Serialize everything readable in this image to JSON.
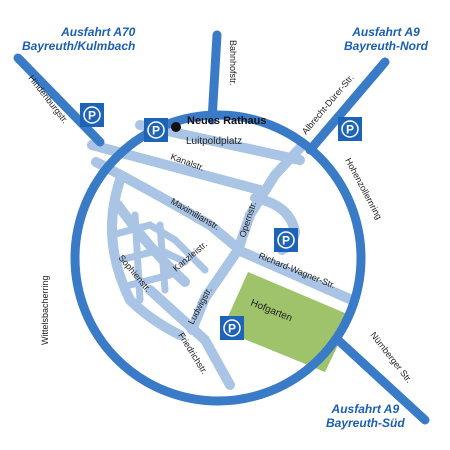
{
  "map": {
    "exits": {
      "a70_title": "Ausfahrt A70",
      "a70_sub": "Bayreuth/Kulmbach",
      "a9n_title": "Ausfahrt A9",
      "a9n_sub": "Bayreuth-Nord",
      "a9s_title": "Ausfahrt A9",
      "a9s_sub": "Bayreuth-Süd"
    },
    "landmarks": {
      "rathaus": "Neues Rathaus",
      "platz": "Luitpoldplatz",
      "park": "Hofgarten"
    },
    "streets": {
      "bahnhofstr": "Bahnhofstr.",
      "hindenburgstr": "Hindenburgstr.",
      "albrecht": "Albrecht-Dürer-Str.",
      "hohenzollern": "Hohenzollernring",
      "wittelsbacher": "Wittelsbacherring",
      "kanalstr": "Kanalstr.",
      "maximilianstr": "Maximilianstr.",
      "opernstr": "Opernstr.",
      "kanzleistr": "Kanzleistr.",
      "sophienstr": "Sophienstr.",
      "ludwigstr": "Ludwigstr.",
      "richard": "Richard-Wagner-Str.",
      "friedrichstr": "Friedrichstr.",
      "nuernberger": "Nürnberger Str."
    },
    "parking_letter": "P",
    "colors": {
      "ring": "#3a7bc8",
      "street": "#a9c4e4",
      "parking": "#1d63b8",
      "park": "#9ec36a",
      "exit_text": "#1b5fb3"
    }
  }
}
